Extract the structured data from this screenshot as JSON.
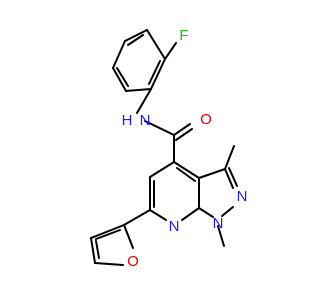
{
  "atom_labels": {
    "fluorine": "F",
    "amide_nitrogen": "N",
    "amide_hydrogen": "H",
    "carbonyl_oxygen": "O",
    "pyrazole_n2": "N",
    "pyrazole_n1": "N",
    "pyridine_nitrogen": "N",
    "furan_oxygen": "O"
  },
  "colors": {
    "bond": "#000000",
    "carbon_text": "#000000",
    "nitrogen": "#1f1fe6",
    "oxygen": "#e60000",
    "fluorine": "#1fbf1f"
  }
}
